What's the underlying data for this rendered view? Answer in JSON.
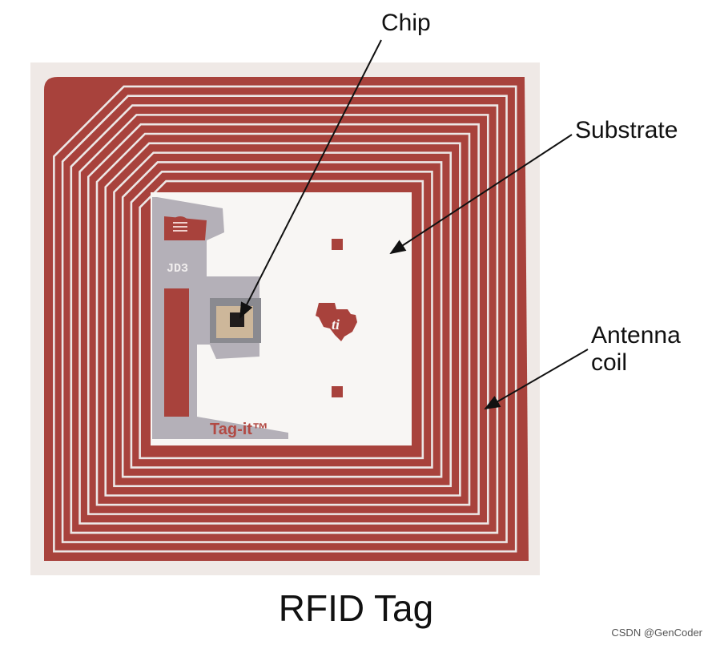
{
  "labels": {
    "chip": "Chip",
    "substrate": "Substrate",
    "antenna_line1": "Antenna",
    "antenna_line2": "coil"
  },
  "tag": {
    "code": "JD3",
    "brand": "Tag-it™",
    "logo": "ti-texas-logo"
  },
  "caption": "RFID Tag",
  "credit": "CSDN @GenCoder",
  "colors": {
    "copper": "#a8423c",
    "silver": "#b4b0b8",
    "substrate": "#f8f6f4",
    "backdrop": "#efe9e6"
  }
}
